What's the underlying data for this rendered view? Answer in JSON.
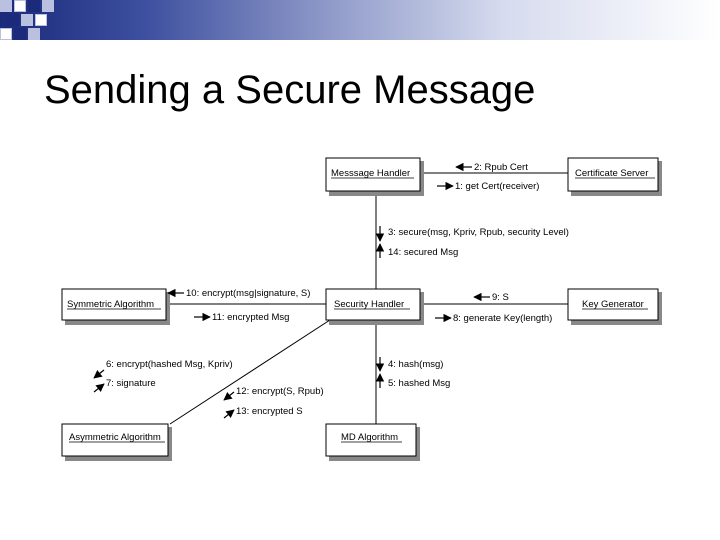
{
  "slide": {
    "title": "Sending a Secure Message"
  },
  "colors": {
    "band_dark": "#1b2a7a",
    "square_dark": "#1b2a7a",
    "square_light": "#b9c0e0",
    "line": "#000000",
    "shadow": "#888888"
  },
  "diagram": {
    "classes": {
      "message_handler": "Messsage Handler",
      "certificate_server": "Certificate Server",
      "security_handler": "Security Handler",
      "symmetric_algorithm": "Symmetric Algorithm",
      "key_generator": "Key Generator",
      "asymmetric_algorithm": "Asymmetric Algorithm",
      "md_algorithm": "MD Algorithm"
    },
    "messages": {
      "m2": "2: Rpub Cert",
      "m1": "1: get Cert(receiver)",
      "m3": "3: secure(msg, Kpriv, Rpub, security Level)",
      "m14": "14: secured Msg",
      "m10": "10: encrypt(msg|signature, S)",
      "m11": "11: encrypted Msg",
      "m9": "9: S",
      "m8": "8: generate Key(length)",
      "m6": "6: encrypt(hashed Msg, Kpriv)",
      "m7": "7: signature",
      "m4": "4: hash(msg)",
      "m5": "5: hashed Msg",
      "m12": "12: encrypt(S, Rpub)",
      "m13": "13: encrypted S"
    }
  }
}
